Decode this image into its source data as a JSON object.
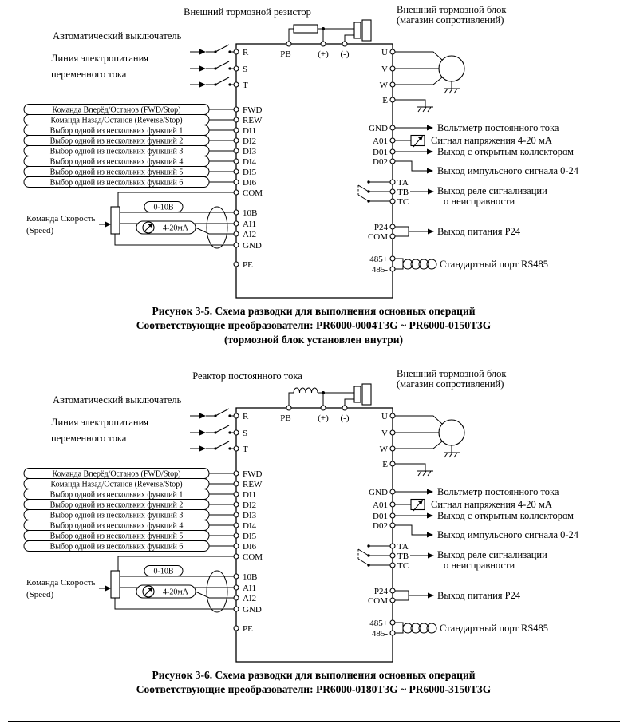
{
  "diagrams": [
    {
      "top_component": {
        "label": "Внешний тормозной резистор",
        "type": "resistor"
      },
      "brake_unit": {
        "line1": "Внешний тормозной блок",
        "line2": "(магазин сопротивлений)"
      },
      "breaker_label": "Автоматический выключатель",
      "power_line": {
        "line1": "Линия электропитания",
        "line2": "переменного тока"
      },
      "top_terminals": {
        "pb": "PB",
        "plus": "(+)",
        "minus": "(-)"
      },
      "left_terminals": [
        "R",
        "S",
        "T",
        "FWD",
        "REW",
        "DI1",
        "DI2",
        "DI3",
        "DI4",
        "DI5",
        "DI6",
        "COM",
        "10B",
        "AI1",
        "AI2",
        "GND",
        "PE"
      ],
      "input_commands": [
        "Команда Вперёд/Останов (FWD/Stop)",
        "Команда Назад/Останов (Reverse/Stop)",
        "Выбор одной из нескольких функций 1",
        "Выбор одной из нескольких функций 2",
        "Выбор одной из нескольких функций 3",
        "Выбор одной из нескольких функций 4",
        "Выбор одной из нескольких функций 5",
        "Выбор одной из нескольких функций 6"
      ],
      "speed_command": {
        "line1": "Команда Скорость",
        "line2": "(Speed)",
        "voltage_range": "0-10В",
        "current_range": "4-20мА"
      },
      "right_terminals": [
        "U",
        "V",
        "W",
        "E",
        "GND",
        "A01",
        "D01",
        "D02",
        "TA",
        "TB",
        "TC",
        "P24",
        "COM",
        "485+",
        "485-"
      ],
      "outputs": {
        "voltmeter": "Вольтметр постоянного тока",
        "voltage_signal": "Сигнал напряжения 4-20 мА",
        "open_collector": "Выход с открытым коллектором",
        "pulse": "Выход импульсного сигнала 0-24",
        "relay_line1": "Выход реле сигнализации",
        "relay_line2": "о неисправности",
        "p24": "Выход питания Р24",
        "rs485": "Стандартный порт RS485"
      },
      "caption": {
        "line1": "Рисунок 3-5. Схема разводки для выполнения основных операций",
        "line2": "Соответствующие преобразователи: PR6000-0004T3G ~ PR6000-0150T3G",
        "line3": "(тормозной блок установлен внутри)"
      }
    },
    {
      "top_component": {
        "label": "Реактор постоянного тока",
        "type": "reactor"
      },
      "brake_unit": {
        "line1": "Внешний тормозной блок",
        "line2": "(магазин сопротивлений)"
      },
      "breaker_label": "Автоматический выключатель",
      "power_line": {
        "line1": "Линия электропитания",
        "line2": "переменного тока"
      },
      "top_terminals": {
        "pb": "PB",
        "plus": "(+)",
        "minus": "(-)"
      },
      "left_terminals": [
        "R",
        "S",
        "T",
        "FWD",
        "REW",
        "DI1",
        "DI2",
        "DI3",
        "DI4",
        "DI5",
        "DI6",
        "COM",
        "10B",
        "AI1",
        "AI2",
        "GND",
        "PE"
      ],
      "input_commands": [
        "Команда Вперёд/Останов (FWD/Stop)",
        "Команда Назад/Останов (Reverse/Stop)",
        "Выбор одной из нескольких функций 1",
        "Выбор одной из нескольких функций 2",
        "Выбор одной из нескольких функций 3",
        "Выбор одной из нескольких функций 4",
        "Выбор одной из нескольких функций 5",
        "Выбор одной из нескольких функций 6"
      ],
      "speed_command": {
        "line1": "Команда Скорость",
        "line2": "(Speed)",
        "voltage_range": "0-10В",
        "current_range": "4-20мА"
      },
      "right_terminals": [
        "U",
        "V",
        "W",
        "E",
        "GND",
        "A01",
        "D01",
        "D02",
        "TA",
        "TB",
        "TC",
        "P24",
        "COM",
        "485+",
        "485-"
      ],
      "outputs": {
        "voltmeter": "Вольтметр постоянного тока",
        "voltage_signal": "Сигнал напряжения 4-20 мА",
        "open_collector": "Выход с открытым коллектором",
        "pulse": "Выход импульсного сигнала 0-24",
        "relay_line1": "Выход реле сигнализации",
        "relay_line2": "о неисправности",
        "p24": "Выход питания Р24",
        "rs485": "Стандартный порт RS485"
      },
      "caption": {
        "line1": "Рисунок 3-6. Схема разводки для выполнения основных операций",
        "line2": "Соответствующие преобразователи: PR6000-0180T3G ~ PR6000-3150T3G",
        "line3": ""
      }
    }
  ]
}
